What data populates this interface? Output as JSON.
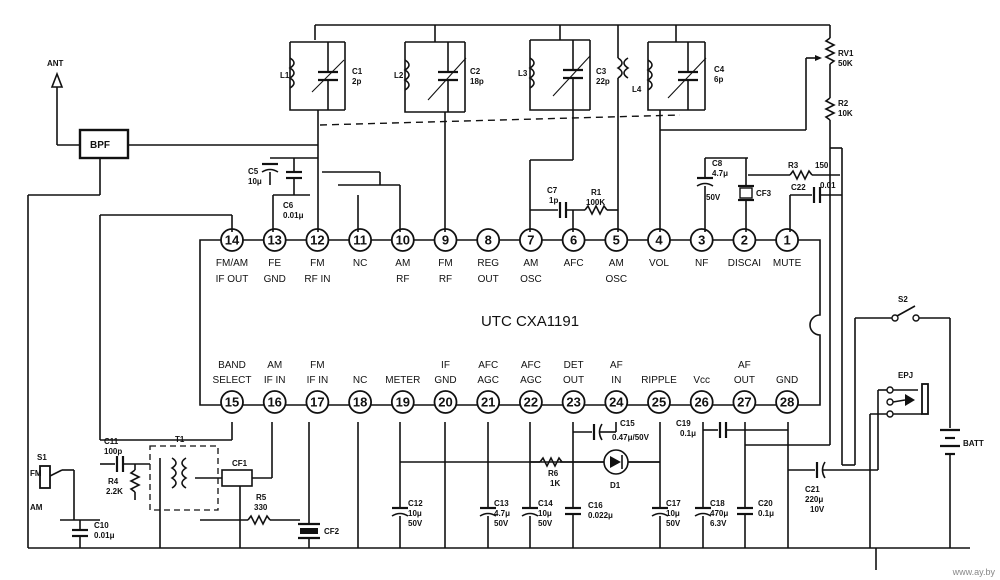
{
  "chip": {
    "title": "UTC CXA1191"
  },
  "top_pins": [
    {
      "num": "14",
      "l1": "FM/AM",
      "l2": "IF OUT"
    },
    {
      "num": "13",
      "l1": "FE",
      "l2": "GND"
    },
    {
      "num": "12",
      "l1": "FM",
      "l2": "RF IN"
    },
    {
      "num": "11",
      "l1": "NC",
      "l2": ""
    },
    {
      "num": "10",
      "l1": "AM",
      "l2": "RF"
    },
    {
      "num": "9",
      "l1": "FM",
      "l2": "RF"
    },
    {
      "num": "8",
      "l1": "REG",
      "l2": "OUT"
    },
    {
      "num": "7",
      "l1": "AM",
      "l2": "OSC"
    },
    {
      "num": "6",
      "l1": "AFC",
      "l2": ""
    },
    {
      "num": "5",
      "l1": "AM",
      "l2": "OSC"
    },
    {
      "num": "4",
      "l1": "VOL",
      "l2": ""
    },
    {
      "num": "3",
      "l1": "NF",
      "l2": ""
    },
    {
      "num": "2",
      "l1": "DISCAI",
      "l2": ""
    },
    {
      "num": "1",
      "l1": "MUTE",
      "l2": ""
    }
  ],
  "bottom_pins": [
    {
      "num": "15",
      "l1": "BAND",
      "l2": "SELECT"
    },
    {
      "num": "16",
      "l1": "AM",
      "l2": "IF IN"
    },
    {
      "num": "17",
      "l1": "FM",
      "l2": "IF IN"
    },
    {
      "num": "18",
      "l1": "",
      "l2": "NC"
    },
    {
      "num": "19",
      "l1": "",
      "l2": "METER"
    },
    {
      "num": "20",
      "l1": "IF",
      "l2": "GND"
    },
    {
      "num": "21",
      "l1": "AFC",
      "l2": "AGC"
    },
    {
      "num": "22",
      "l1": "AFC",
      "l2": "AGC"
    },
    {
      "num": "23",
      "l1": "DET",
      "l2": "OUT"
    },
    {
      "num": "24",
      "l1": "AF",
      "l2": "IN"
    },
    {
      "num": "25",
      "l1": "",
      "l2": "RIPPLE"
    },
    {
      "num": "26",
      "l1": "",
      "l2": "Vcc"
    },
    {
      "num": "27",
      "l1": "AF",
      "l2": "OUT"
    },
    {
      "num": "28",
      "l1": "",
      "l2": "GND"
    }
  ],
  "labels": {
    "ant": "ANT",
    "bpf": "BPF",
    "l1": "L1",
    "c1a": "C1",
    "c1b": "2p",
    "l2": "L2",
    "c2a": "C2",
    "c2b": "18p",
    "l3": "L3",
    "c3a": "C3",
    "c3b": "22p",
    "l4": "L4",
    "c4a": "C4",
    "c4b": "6p",
    "rv1a": "RV1",
    "rv1b": "50K",
    "r2a": "R2",
    "r2b": "10K",
    "c5a": "C5",
    "c5b": "10μ",
    "c6a": "C6",
    "c6b": "0.01μ",
    "c7a": "C7",
    "c7b": "1p",
    "r1a": "R1",
    "r1b": "100K",
    "c8a": "C8",
    "c8b": "4.7μ",
    "c8c": "50V",
    "cf3": "CF3",
    "r3a": "R3",
    "r3b": "150",
    "c22a": "C22",
    "c22b": "0.01",
    "s2": "S2",
    "ep": "EPJ",
    "batt": "BATT",
    "s1": "S1",
    "fm": "FM",
    "am": "AM",
    "c11a": "C11",
    "c11b": "100p",
    "r4a": "R4",
    "r4b": "2.2K",
    "t1": "T1",
    "cf1": "CF1",
    "r5a": "R5",
    "r5b": "330",
    "c10a": "C10",
    "c10b": "0.01μ",
    "cf2": "CF2",
    "c12a": "C12",
    "c12b": "10μ",
    "c12c": "50V",
    "c13a": "C13",
    "c13b": "4.7μ",
    "c13c": "50V",
    "c14a": "C14",
    "c14b": "10μ",
    "c14c": "50V",
    "r6a": "R6",
    "r6b": "1K",
    "c16a": "C16",
    "c16b": "0.022μ",
    "c15a": "C15",
    "c15b": "0.47μ/50V",
    "d1": "D1",
    "c17a": "C17",
    "c17b": "10μ",
    "c17c": "50V",
    "c19a": "C19",
    "c19b": "0.1μ",
    "c18a": "C18",
    "c18b": "470μ",
    "c18c": "6.3V",
    "c20a": "C20",
    "c20b": "0.1μ",
    "c21a": "C21",
    "c21b": "220μ",
    "c21c": "10V",
    "watermark": "www.ay.by"
  }
}
